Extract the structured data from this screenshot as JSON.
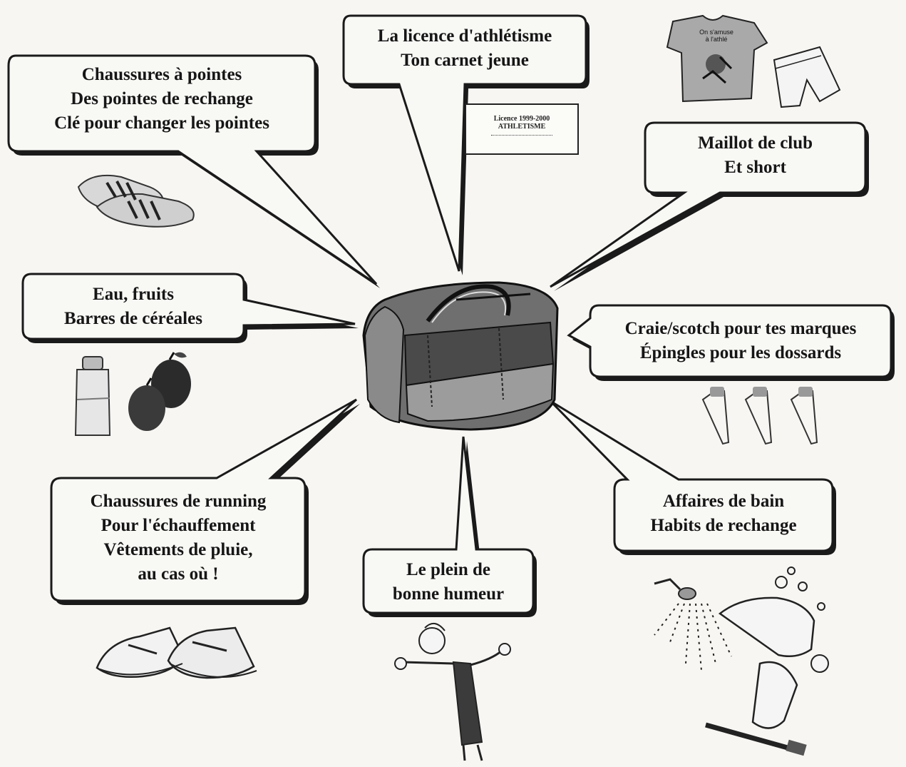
{
  "bubbles": {
    "licence": [
      "La licence d'athlétisme",
      "Ton carnet jeune"
    ],
    "spikes": [
      "Chaussures à pointes",
      "Des pointes de rechange",
      "Clé pour changer les pointes"
    ],
    "jersey": [
      "Maillot de club",
      "Et short"
    ],
    "food": [
      "Eau, fruits",
      "Barres de céréales"
    ],
    "chalk": [
      "Craie/scotch pour tes marques",
      "Épingles pour les dossards"
    ],
    "running": [
      "Chaussures de running",
      "Pour l'échauffement",
      "Vêtements de pluie,",
      "au cas où !"
    ],
    "mood": [
      "Le plein de",
      "bonne humeur"
    ],
    "bath": [
      "Affaires de bain",
      "Habits de rechange"
    ]
  },
  "licence_card": {
    "line1": "Licence 1999-2000",
    "line2": "ATHLETISME"
  },
  "tshirt_print": {
    "line1": "On s'amuse",
    "line2": "à l'athlé"
  },
  "illustrations": [
    "sports-bag-icon",
    "spiked-shoes-icon",
    "licence-card-icon",
    "tshirt-icon",
    "shorts-icon",
    "water-bottle-icon",
    "apples-icon",
    "safety-pins-icon",
    "running-shoes-icon",
    "cheering-kid-icon",
    "showering-man-icon"
  ],
  "colors": {
    "ink": "#161616",
    "bubble_fill": "#f8f8f5",
    "bubble_shadow": "#1a1a1a",
    "paper": "#f7f6f3"
  }
}
